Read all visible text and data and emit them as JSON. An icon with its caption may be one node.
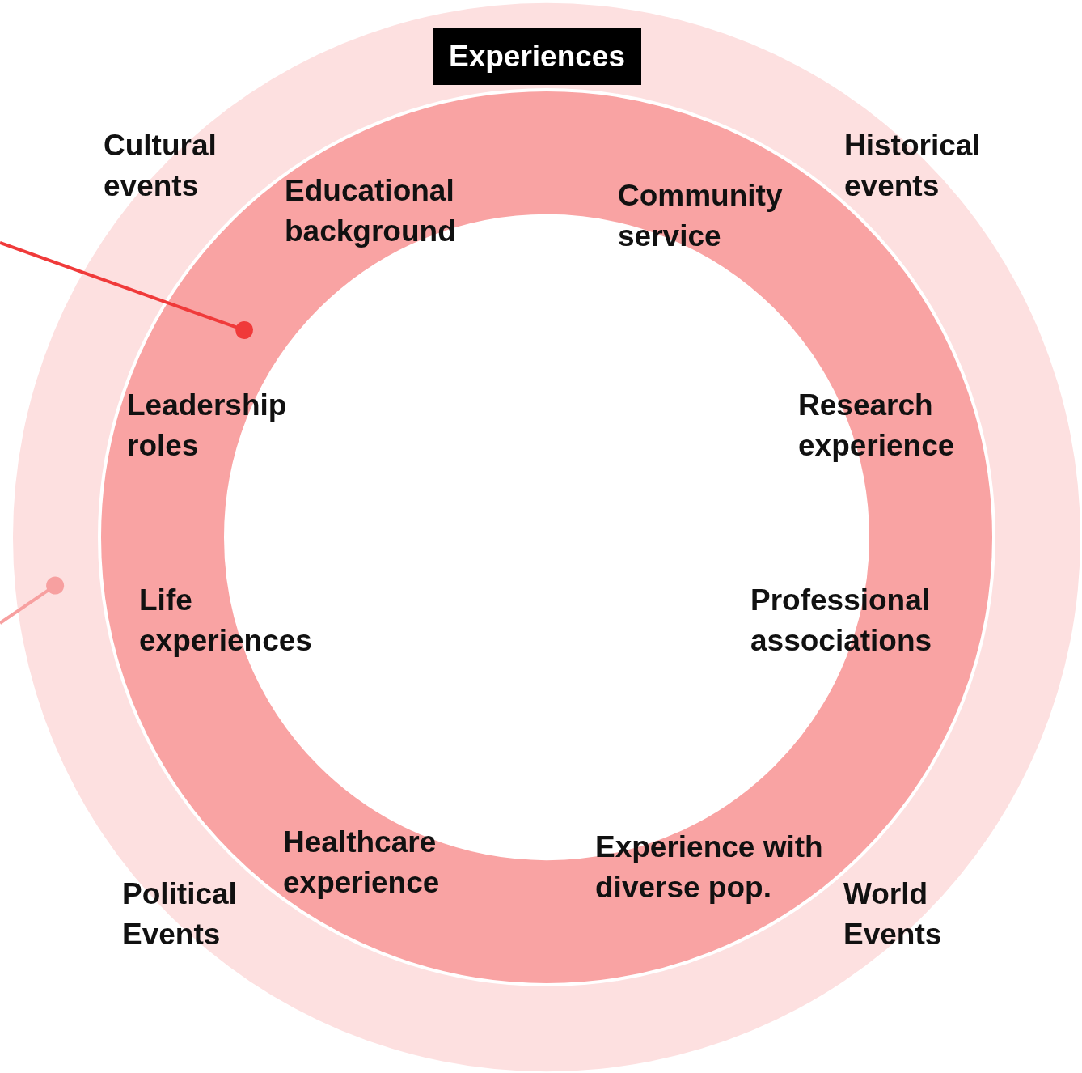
{
  "diagram": {
    "nodes": [
      {
        "text": [],
        "shape": "circle"
      },
      {
        "text": [],
        "shape": "circle",
        "in": 0
      }
    ],
    "edges": [
      {
        "from": null,
        "to": 1,
        "arrow": "other",
        "color": "#f03a3a"
      },
      {
        "from": null,
        "to": 0,
        "arrow": "other",
        "color": "#f7a0a0"
      }
    ],
    "labels": [
      "Experiences",
      "Cultural events",
      "Historical events",
      "Educational background",
      "Community service",
      "Leadership roles",
      "Research experience",
      "Life experiences",
      "Professional associations",
      "Healthcare experience",
      "Experience with diverse pop.",
      "Political Events",
      "World Events"
    ]
  }
}
